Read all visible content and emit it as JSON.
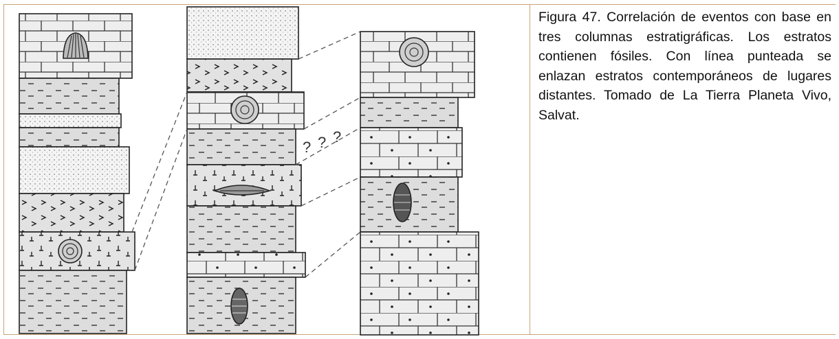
{
  "caption": {
    "text": "Figura 47. Correlación de eventos con base en tres columnas estratigráficas. Los estratos contienen fósiles. Con línea punteada se enlazan estratos contemporáneos de lugares distantes. Tomado de La Tierra Planeta Vivo, Salvat."
  },
  "diagram": {
    "question_marks": [
      "?",
      "?",
      "?"
    ],
    "fossils": [
      "pecten-shell",
      "ammonite",
      "ammonite",
      "belemnite",
      "trilobite",
      "ammonite",
      "trilobite"
    ],
    "colors": {
      "frame_border": "#c9a27a",
      "ink": "#2a2a2a",
      "fill": "#eeeeee"
    }
  }
}
